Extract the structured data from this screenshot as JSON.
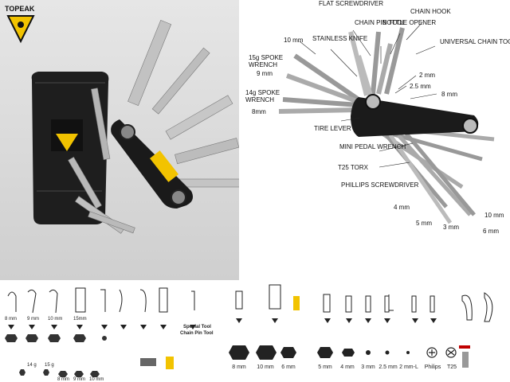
{
  "brand": {
    "logo_text": "TOPEAK",
    "pouch_logo": "TOPEAK",
    "tool_brand": "TOPEAK"
  },
  "diagram_labels": {
    "flat_screwdriver": "FLAT SCREWDRIVER",
    "chain_hook": "CHAIN HOOK",
    "chain_pin_tool": "CHAIN PIN TOOL",
    "bottle_opener": "BOTTLE OPENER",
    "stainless_knife": "STAINLESS KNIFE",
    "universal_chain_tool": "UNIVERSAL CHAIN TOOL",
    "mm10": "10 mm",
    "spoke15": "15g SPOKE WRENCH",
    "mm9": "9 mm",
    "mm2": "2 mm",
    "mm25": "2.5 mm",
    "spoke14": "14g SPOKE WRENCH",
    "mm8_right": "8 mm",
    "mm8_left": "8mm",
    "tire_lever": "TIRE LEVER",
    "mini_pedal": "MINI PEDAL WRENCH",
    "t25": "T25 TORX",
    "phillips": "PHILLIPS SCREWDRIVER",
    "mm4": "4 mm",
    "mm10b": "10 mm",
    "mm5": "5 mm",
    "mm3": "3 mm",
    "mm6": "6 mm"
  },
  "strip_left": {
    "labels": [
      "8 mm",
      "9 mm",
      "10 mm",
      "15mm",
      "14 g",
      "15 g",
      "8 mm",
      "9 mm",
      "10 mm"
    ],
    "special_tool": "Special Tool",
    "chain_pin_tool": "Chain Pin Tool"
  },
  "strip_right": {
    "labels": [
      "8 mm",
      "10 mm",
      "6 mm",
      "5 mm",
      "4 mm",
      "3 mm",
      "2.5 mm",
      "2 mm-L",
      "Philips",
      "T25"
    ]
  },
  "colors": {
    "accent_yellow": "#f2c300",
    "tool_black": "#1a1a1a",
    "steel": "#b8b8b8",
    "photo_bg": "#d9d9d9"
  }
}
